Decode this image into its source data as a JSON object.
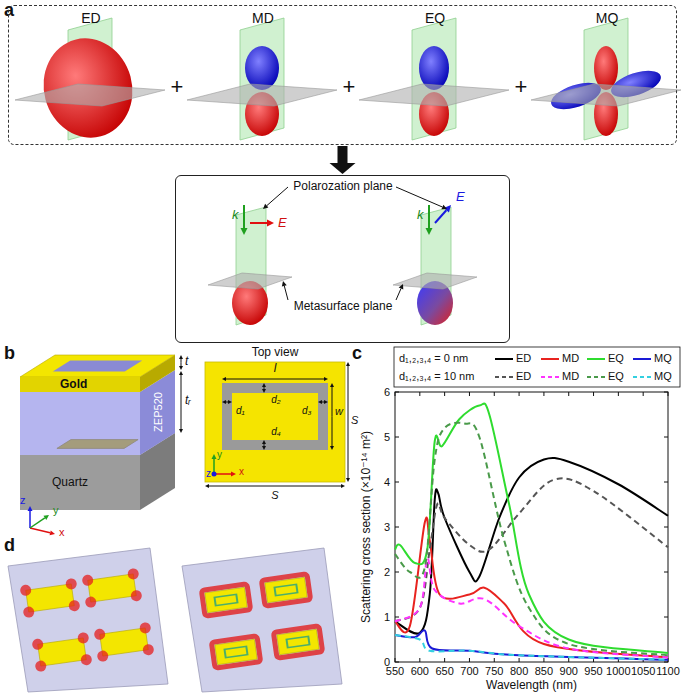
{
  "diagram": {
    "nodes": [
      {
        "text": [
          "ED",
          "MD",
          "EQ",
          "MQ",
          "+",
          "+",
          "+"
        ]
      },
      {
        "text": [
          "Polarozation plane",
          "E",
          "k",
          "E",
          "k",
          "Metasurface plane"
        ]
      }
    ],
    "edges": [
      {
        "from": 0,
        "to": 1,
        "arrow": "to"
      }
    ],
    "labels": [
      "a",
      "b",
      "c",
      "d",
      "Gold",
      "ZEP520",
      "Quartz",
      "t",
      "tᵣ",
      "x",
      "y",
      "z",
      "Top view",
      "l",
      "d₂",
      "d₁",
      "d₃",
      "d₄",
      "w",
      "S",
      "S",
      "x",
      "y",
      "z",
      "d₁,₂,₃,₄ = 0 nm",
      "d₁,₂,₃,₄ = 10 nm",
      "0",
      "1",
      "2",
      "3",
      "4",
      "5",
      "6",
      "550",
      "600",
      "650",
      "700",
      "750",
      "800",
      "850",
      "900",
      "950",
      "1000",
      "1050",
      "1100",
      "Scattering cross section (×10⁻¹⁴ m²)",
      "Wavelength (nm)"
    ],
    "legend": [
      {
        "text": "ED"
      },
      {
        "text": "MD"
      },
      {
        "text": "EQ"
      },
      {
        "text": "MQ"
      },
      {
        "text": "ED"
      },
      {
        "text": "MD"
      },
      {
        "text": "EQ"
      },
      {
        "text": "MQ"
      }
    ]
  }
}
